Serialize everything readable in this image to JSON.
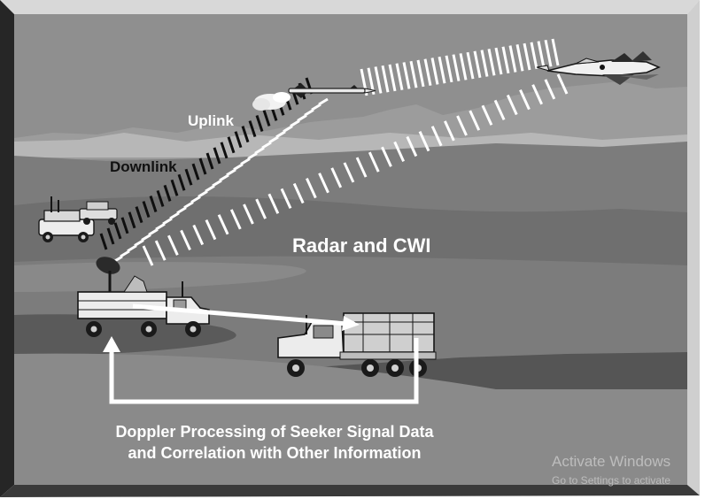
{
  "labels": {
    "uplink": "Uplink",
    "downlink": "Downlink",
    "radar": "Radar and CWI",
    "caption_line1": "Doppler Processing of Seeker Signal Data",
    "caption_line2": "and Correlation with Other Information"
  },
  "watermark": {
    "line1": "Activate Windows",
    "line2": "Go to Settings to activate"
  },
  "colors": {
    "frame_dark": "#2a2a2a",
    "frame_light": "#d6d6d6",
    "sky": "#8f8f8f",
    "ground": "#777777",
    "beam_white": "#ffffff",
    "beam_dark": "#0f0f0f"
  },
  "icons": [
    "jet-aircraft-icon",
    "missile-icon",
    "radar-truck-icon",
    "cargo-truck-icon",
    "humvee-icon"
  ]
}
